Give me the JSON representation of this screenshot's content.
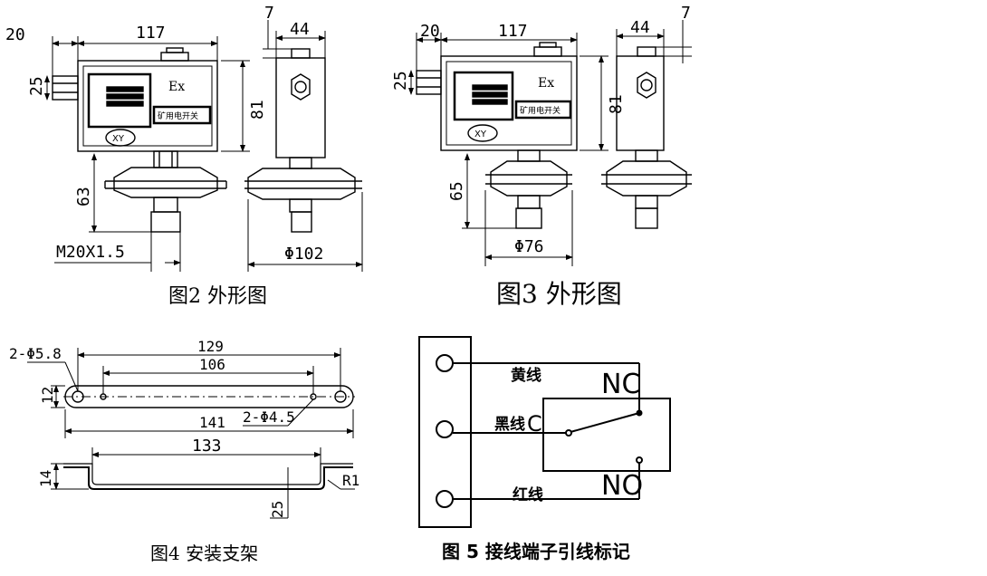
{
  "fig2": {
    "caption": "图2 外形图",
    "dims": {
      "d20": "20",
      "d117": "117",
      "d7": "7",
      "d44": "44",
      "d25": "25",
      "d81": "81",
      "d63": "63",
      "thread": "M20X1.5",
      "dia": "Φ102"
    },
    "ex": "Ex",
    "logo": "XY",
    "nameplate": "矿用电开关"
  },
  "fig3": {
    "caption": "图3 外形图",
    "dims": {
      "d20": "20",
      "d117": "117",
      "d44": "44",
      "d7": "7",
      "d25": "25",
      "d81": "81",
      "d65": "65",
      "dia": "Φ76"
    },
    "ex": "Ex",
    "logo": "XY",
    "nameplate": "矿用电开关"
  },
  "fig4": {
    "caption": "图4 安装支架",
    "dims": {
      "hole_big": "2-Φ5.8",
      "d129": "129",
      "d106": "106",
      "d12": "12",
      "d141": "141",
      "hole_small": "2-Φ4.5",
      "d133": "133",
      "d14": "14",
      "d25": "25",
      "r1": "R1"
    }
  },
  "fig5": {
    "caption": "图 5   接线端子引线标记",
    "wire_yellow": "黄线",
    "wire_black": "黑线",
    "common": "C",
    "wire_red": "红线",
    "nc": "NC",
    "no": "NO"
  }
}
